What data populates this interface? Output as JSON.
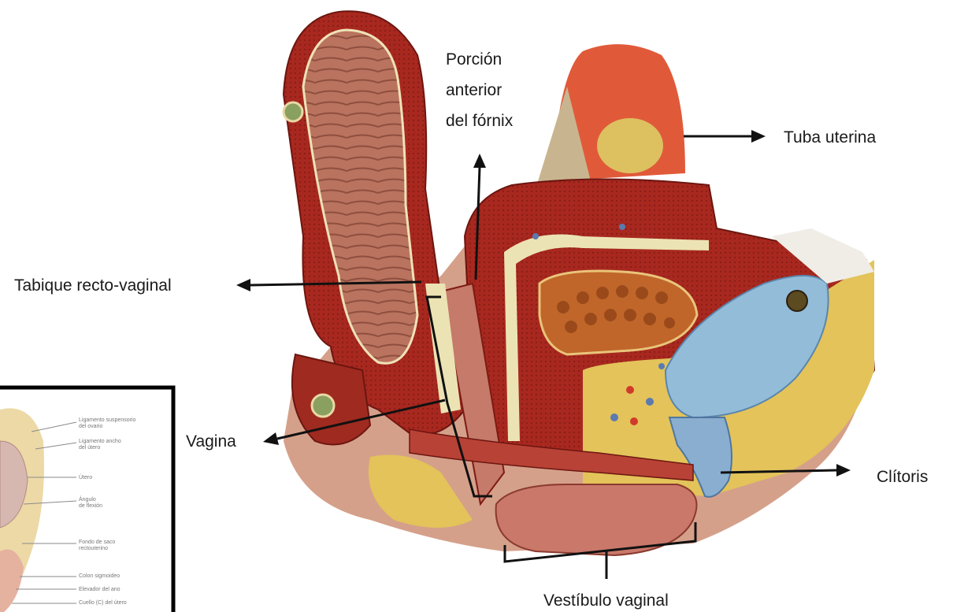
{
  "labels": {
    "fornix_line1": "Porción",
    "fornix_line2": "anterior",
    "fornix_line3": "del fórnix",
    "tuba": "Tuba uterina",
    "tabique": "Tabique recto-vaginal",
    "vagina": "Vagina",
    "clitoris": "Clítoris",
    "vestibulo": "Vestíbulo vaginal"
  },
  "inset": {
    "items": [
      "Ligamento suspensorio",
      "del ovario",
      "Ligamento ancho",
      "del útero",
      "Útero",
      "Ángulo",
      "de flexión",
      "Fondo de saco",
      "rectouterino",
      "Colon sigmoideo",
      "Elevador del ano",
      "Cuello (C) del útero"
    ]
  },
  "colors": {
    "muscle": "#a8281f",
    "muscle_dark": "#7e1a14",
    "mucosa": "#c9786a",
    "fat": "#e3c35a",
    "bladder": "#93bcd9",
    "cream": "#ece3b4",
    "skin": "#d5a08a"
  }
}
